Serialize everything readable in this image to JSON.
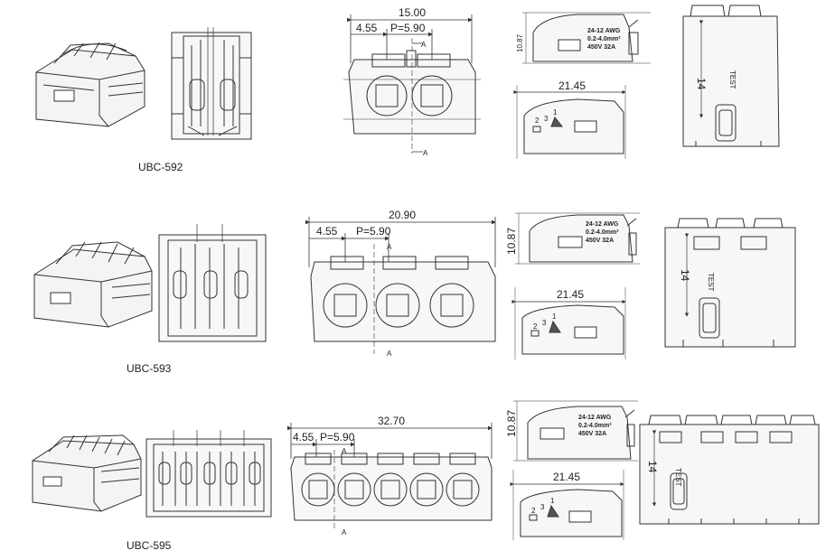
{
  "rows": [
    {
      "model": "UBC-592",
      "front": {
        "width": "15.00",
        "offset": "4.55",
        "pitch": "P=5.90",
        "section": "A"
      },
      "side": {
        "height": "10.87",
        "spec": [
          "24-12  AWG",
          "0.2-4.0mm²",
          "450V  32A"
        ]
      },
      "bottom": {
        "width": "21.45",
        "positions": [
          "2",
          "3",
          "1"
        ]
      },
      "top": {
        "height": "14",
        "test": "TEST"
      }
    },
    {
      "model": "UBC-593",
      "front": {
        "width": "20.90",
        "offset": "4.55",
        "pitch": "P=5.90",
        "section": "A"
      },
      "side": {
        "height": "10.87",
        "spec": [
          "24-12  AWG",
          "0.2-4.0mm²",
          "450V  32A"
        ]
      },
      "bottom": {
        "width": "21.45",
        "positions": [
          "2",
          "3",
          "1"
        ]
      },
      "top": {
        "height": "14",
        "test": "TEST"
      }
    },
    {
      "model": "UBC-595",
      "front": {
        "width": "32.70",
        "offset": "4.55",
        "pitch": "P=5.90",
        "section": "A"
      },
      "side": {
        "height": "10.87",
        "spec": [
          "24-12  AWG",
          "0.2-4.0mm²",
          "450V  32A"
        ]
      },
      "bottom": {
        "width": "21.45",
        "positions": [
          "2",
          "3",
          "1"
        ]
      },
      "top": {
        "height": "14",
        "test": "TEST"
      }
    }
  ],
  "colors": {
    "line": "#333333",
    "thin": "#777777",
    "paper": "#ffffff"
  }
}
